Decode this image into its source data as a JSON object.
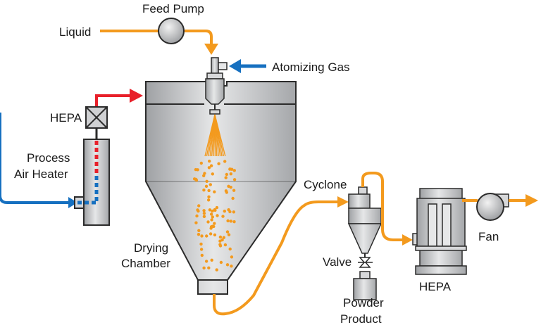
{
  "labels": {
    "feed_pump": "Feed Pump",
    "liquid": "Liquid",
    "atomizing_gas": "Atomizing Gas",
    "hepa_filter": "HEPA",
    "process_air_heater_line1": "Process",
    "process_air_heater_line2": "Air Heater",
    "drying_chamber_line1": "Drying",
    "drying_chamber_line2": "Chamber",
    "cyclone": "Cyclone",
    "valve": "Valve",
    "powder_product_line1": "Powder",
    "powder_product_line2": "Product",
    "fan": "Fan",
    "hepa_unit": "HEPA"
  },
  "colors": {
    "liquid_line": "#f39a1e",
    "hot_air_line": "#e8202a",
    "cold_air_line": "#1670c0",
    "equipment_fill": "#c8c9cb",
    "equipment_stroke": "#2b2b2b"
  }
}
